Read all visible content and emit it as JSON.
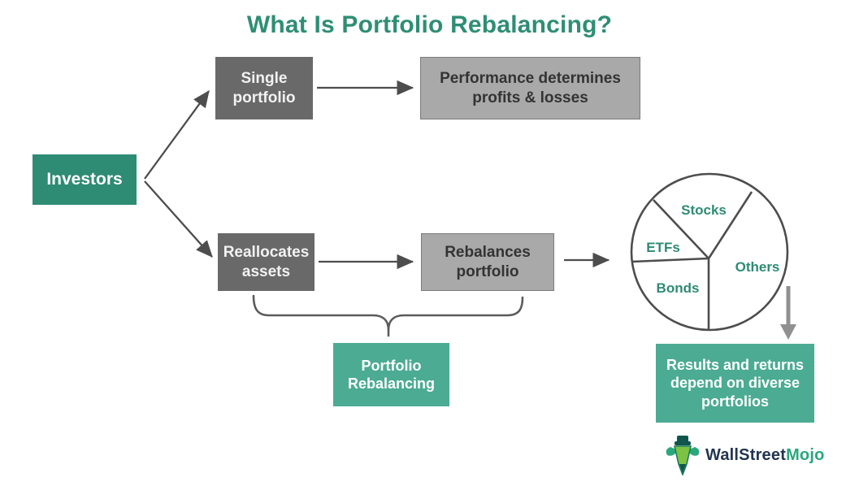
{
  "title": "What Is Portfolio Rebalancing?",
  "nodes": {
    "investors": "Investors",
    "single_portfolio": "Single portfolio",
    "performance": "Performance determines profits & losses",
    "reallocates": "Reallocates assets",
    "rebalances": "Rebalances portfolio",
    "portfolio_rebalancing": "Portfolio Rebalancing",
    "results": "Results and returns depend on diverse portfolios"
  },
  "chart_data": {
    "type": "pie",
    "title": "Portfolio allocation (schematic, unlabeled values)",
    "legend_position": "inside",
    "segments": [
      {
        "label": "Stocks",
        "approx_percent": 21
      },
      {
        "label": "ETFs",
        "approx_percent": 14
      },
      {
        "label": "Bonds",
        "approx_percent": 24
      },
      {
        "label": "Others",
        "approx_percent": 41
      }
    ]
  },
  "logo": {
    "text_primary": "WallStreet",
    "text_accent": "Mojo"
  },
  "colors": {
    "title_teal": "#2e8e74",
    "box_teal_dark": "#2e8b74",
    "box_teal_light": "#4bab93",
    "box_dark_gray": "#696969",
    "box_light_gray": "#a9a9a9",
    "line_gray": "#4d4d4d",
    "big_arrow_gray": "#909090",
    "pie_label_teal": "#2e8b74",
    "logo_navy": "#22354f",
    "logo_teal": "#2aa87c"
  }
}
